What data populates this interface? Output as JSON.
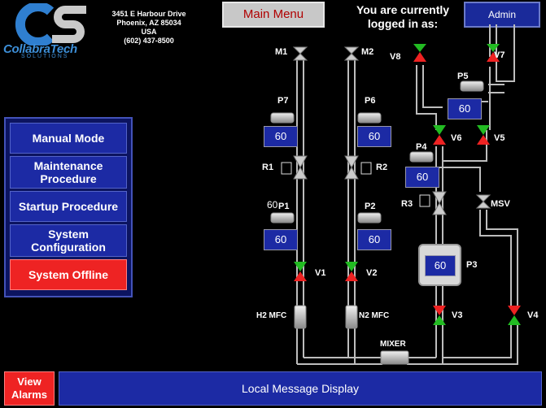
{
  "company": {
    "name": "CollabraTech",
    "tagline": "SOLUTIONS",
    "address_line1": "3451 E Harbour Drive",
    "address_line2": "Phoenix, AZ 85034",
    "address_line3": "USA",
    "phone": "(602) 437-8500"
  },
  "header": {
    "main_menu_label": "Main Menu",
    "logged_in_text": "You are currently logged in as:",
    "user": "Admin"
  },
  "menu": {
    "manual_mode": "Manual Mode",
    "maintenance": "Maintenance Procedure",
    "startup": "Startup Procedure",
    "system_config": "System Configuration",
    "system_offline": "System Offline"
  },
  "footer": {
    "view_alarms": "View Alarms",
    "message_display": "Local Message Display"
  },
  "process": {
    "valves": {
      "m1": "M1",
      "m2": "M2",
      "v8": "V8",
      "v7": "V7",
      "v6": "V6",
      "v5": "V5",
      "v1": "V1",
      "v2": "V2",
      "v3": "V3",
      "v4": "V4",
      "msv": "MSV"
    },
    "regulators": {
      "r1": "R1",
      "r2": "R2",
      "r3": "R3"
    },
    "sensors": {
      "p7": {
        "label": "P7",
        "value": "60"
      },
      "p6": {
        "label": "P6",
        "value": "60"
      },
      "p5": {
        "label": "P5",
        "value": "60"
      },
      "p4": {
        "label": "P4",
        "value": "60"
      },
      "p1": {
        "label": "P1",
        "value": "60",
        "overlay": "60"
      },
      "p2": {
        "label": "P2",
        "value": "60"
      },
      "p3": {
        "label": "P3",
        "value": "60"
      }
    },
    "mfc": {
      "h2": "H2 MFC",
      "n2": "N2 MFC"
    },
    "mixer": "MIXER"
  },
  "colors": {
    "pipe": "#c0c0c0",
    "valve_open": "#22bb22",
    "valve_closed": "#ee2222",
    "button_blue": "#1c2aa4",
    "alarm_red": "#ee2323"
  }
}
